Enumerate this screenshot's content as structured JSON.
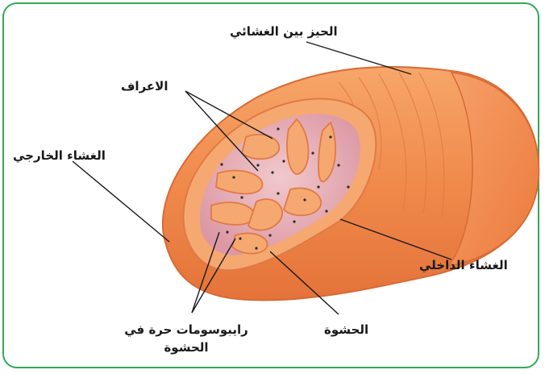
{
  "labels": {
    "intermembrane_space": "الحيز بين الغشائي",
    "cristae": "الاعراف",
    "outer_membrane": "الغشاء الخارجي",
    "inner_membrane": "الغشاء الداخلي",
    "matrix": "الحشوة",
    "free_ribosomes": "رايبوسومات حرة في الحشوة"
  },
  "colors": {
    "frame": "#34a853",
    "outer": "#f08a4b",
    "outer_light": "#f9b27a",
    "inner": "#f4a26a",
    "matrix": "#e8a8b0",
    "matrix_light": "#efc2c6",
    "ribosome": "#2b2b2b"
  }
}
